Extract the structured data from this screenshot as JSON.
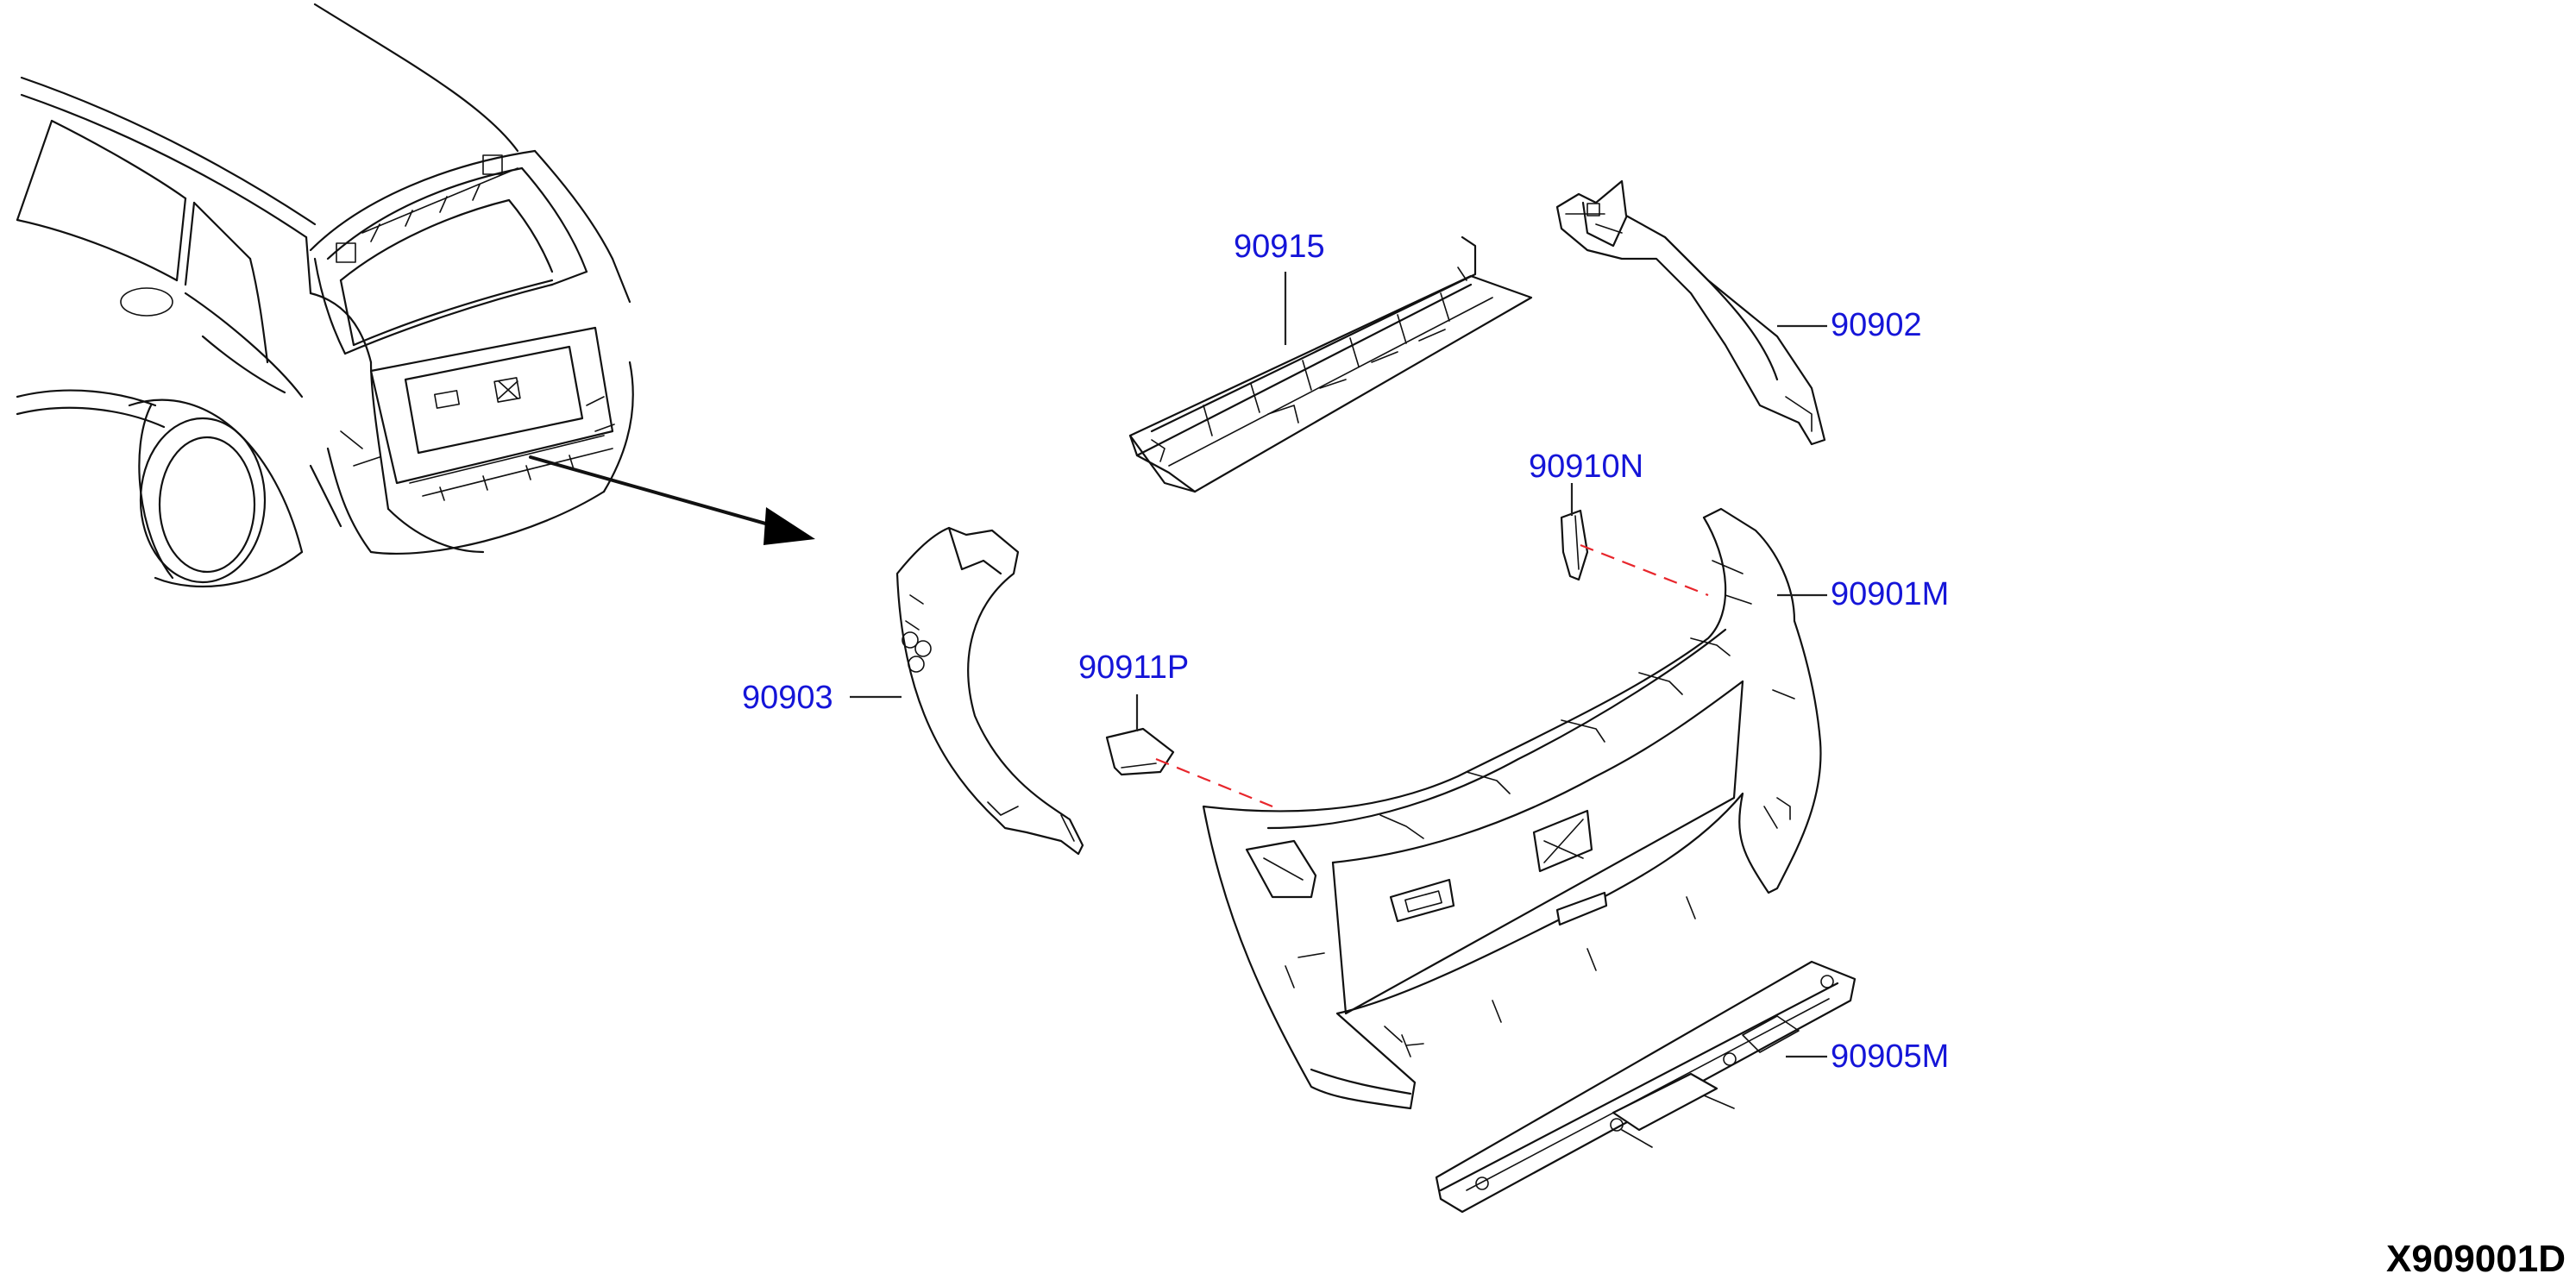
{
  "callouts": {
    "p90915": "90915",
    "p90902": "90902",
    "p90910n": "90910N",
    "p90901m": "90901M",
    "p90911p": "90911P",
    "p90903": "90903",
    "p90905m": "90905M"
  },
  "diagram_code": "X909001D",
  "colors": {
    "callout_text": "#1515d8",
    "guide_dash": "#e8262c",
    "line": "#111111"
  }
}
